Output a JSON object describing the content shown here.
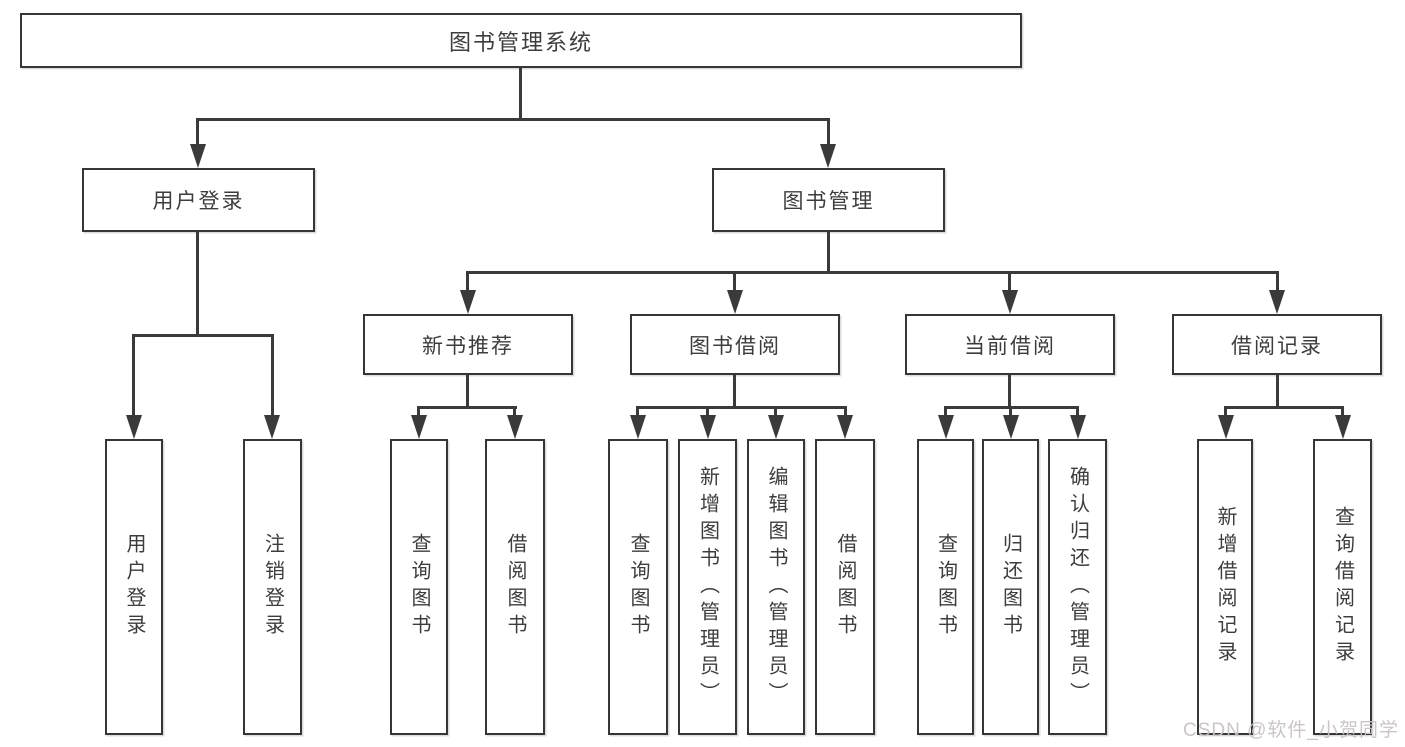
{
  "diagram": {
    "watermark": "CSDN @软件_小贺同学",
    "colors": {
      "line": "#3a3a3a",
      "text": "#3d3d3d",
      "border": "#363636",
      "watermark": "#c9c2c2",
      "background": "#ffffff"
    },
    "tree": {
      "label": "图书管理系统",
      "children": [
        {
          "label": "用户登录",
          "children": [
            {
              "label": "用户登录"
            },
            {
              "label": "注销登录"
            }
          ]
        },
        {
          "label": "图书管理",
          "children": [
            {
              "label": "新书推荐",
              "children": [
                {
                  "label": "查询图书"
                },
                {
                  "label": "借阅图书"
                }
              ]
            },
            {
              "label": "图书借阅",
              "children": [
                {
                  "label": "查询图书"
                },
                {
                  "label": "新增图书（管理员）"
                },
                {
                  "label": "编辑图书（管理员）"
                },
                {
                  "label": "借阅图书"
                }
              ]
            },
            {
              "label": "当前借阅",
              "children": [
                {
                  "label": "查询图书"
                },
                {
                  "label": "归还图书"
                },
                {
                  "label": "确认归还（管理员）"
                }
              ]
            },
            {
              "label": "借阅记录",
              "children": [
                {
                  "label": "新增借阅记录"
                },
                {
                  "label": "查询借阅记录"
                }
              ]
            }
          ]
        }
      ]
    }
  }
}
